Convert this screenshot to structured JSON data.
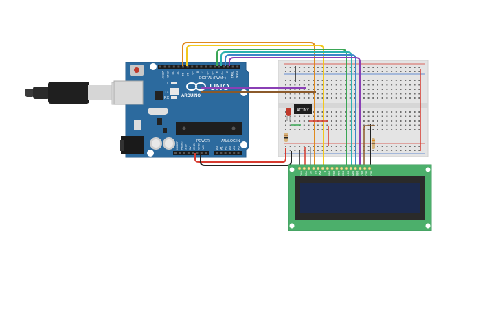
{
  "arduino": {
    "brand": "ARDUINO",
    "model": "UNO",
    "digital_label": "DIGITAL (PWM~)",
    "power_label": "POWER",
    "analog_label": "ANALOG IN",
    "aref_label": "AREF",
    "gnd_label": "GND",
    "led_l": "L",
    "led_tx": "TX",
    "led_rx": "RX",
    "digital_pins": [
      "13",
      "12",
      "~11",
      "~10",
      "~9",
      "8",
      "7",
      "~6",
      "~5",
      "4",
      "~3",
      "2",
      "TX▸1",
      "RX◂0"
    ],
    "power_pins": [
      "IOREF",
      "RESET",
      "3.3V",
      "5V",
      "GND",
      "GND",
      "VIN"
    ],
    "analog_pins": [
      "A0",
      "A1",
      "A2",
      "A3",
      "A4",
      "A5"
    ]
  },
  "chip": {
    "label": "ATTINY"
  },
  "lcd": {
    "pins": [
      "GND",
      "VCC",
      "V0",
      "RS",
      "RW",
      "E",
      "DB0",
      "DB1",
      "DB2",
      "DB3",
      "DB4",
      "DB5",
      "DB6",
      "DB7",
      "LED",
      "LED"
    ]
  },
  "colors": {
    "board_blue": "#2c6a9e",
    "breadboard": "#e4e4e4",
    "lcd_green": "#4caf6b",
    "lcd_screen": "#1c2a4e",
    "wire_orange": "#e08a1e",
    "wire_yellow": "#f2c81c",
    "wire_green": "#3aa655",
    "wire_blue": "#3b86c9",
    "wire_purple": "#8a3fb5",
    "wire_red": "#d63a2f",
    "wire_black": "#222222",
    "wire_brown": "#8b5a2b",
    "wire_teal": "#2ab0b0",
    "wire_gray": "#888888"
  }
}
